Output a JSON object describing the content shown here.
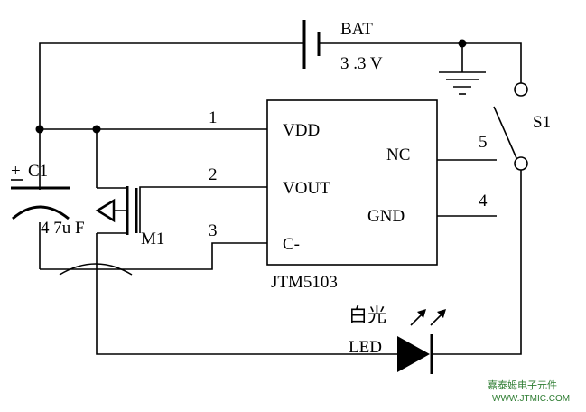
{
  "components": {
    "battery": {
      "name": "BAT",
      "value": "3 .3 V"
    },
    "switch": {
      "name": "S1"
    },
    "capacitor": {
      "name": "C1",
      "polarity": "+",
      "value": "4 7u F"
    },
    "mosfet": {
      "name": "M1"
    },
    "ic": {
      "part_number": "JTM5103",
      "pins": {
        "vdd": {
          "label": "VDD",
          "number": "1"
        },
        "vout": {
          "label": "VOUT",
          "number": "2"
        },
        "cminus": {
          "label": "C-",
          "number": "3"
        },
        "gnd": {
          "label": "GND",
          "number": "4"
        },
        "nc": {
          "label": "NC",
          "number": "5"
        }
      }
    },
    "led": {
      "name": "LED",
      "color_label": "白光"
    }
  },
  "watermark": {
    "line1": "嘉泰姆电子元件",
    "line2": "WWW.JTMIC.COM",
    "color": "#2e7d32"
  },
  "colors": {
    "wire": "#000000",
    "background": "#ffffff"
  }
}
